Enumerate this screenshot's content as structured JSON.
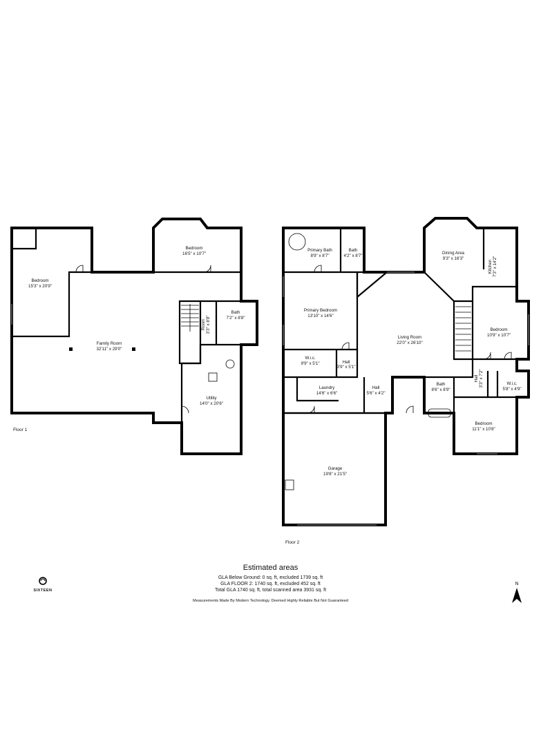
{
  "floor1": {
    "label": "Floor 1",
    "rooms": {
      "bedroom_left": {
        "name": "Bedroom",
        "dims": "15'3\" x 20'9\""
      },
      "bedroom_top": {
        "name": "Bedroom",
        "dims": "16'5\" x 10'7\""
      },
      "family_room": {
        "name": "Family Room",
        "dims": "32'11\" x 29'0\""
      },
      "room": {
        "name": "Room",
        "dims": "3'3\" x 8'8\""
      },
      "bath": {
        "name": "Bath",
        "dims": "7'2\" x 8'8\""
      },
      "utility": {
        "name": "Utility",
        "dims": "14'0\" x 20'6\""
      }
    }
  },
  "floor2": {
    "label": "Floor 2",
    "rooms": {
      "primary_bath": {
        "name": "Primary Bath",
        "dims": "8'9\" x 8'7\""
      },
      "bath_small": {
        "name": "Bath",
        "dims": "4'2\" x 8'7\""
      },
      "dining_area": {
        "name": "Dining Area",
        "dims": "9'3\" x 16'3\""
      },
      "kitchen": {
        "name": "Kitchen",
        "dims": "7'3\" x 14'2\""
      },
      "primary_bedroom": {
        "name": "Primary Bedroom",
        "dims": "13'10\" x 14'6\""
      },
      "living_room": {
        "name": "Living Room",
        "dims": "22'0\" x 26'10\""
      },
      "bedroom_right": {
        "name": "Bedroom",
        "dims": "10'9\" x 10'7\""
      },
      "wic1": {
        "name": "W.i.c.",
        "dims": "9'9\" x 5'1\""
      },
      "hall1": {
        "name": "Hall",
        "dims": "3'9\" x 5'1\""
      },
      "laundry": {
        "name": "Laundry",
        "dims": "14'6\" x 6'6\""
      },
      "hall2": {
        "name": "Hall",
        "dims": "5'6\" x 4'2\""
      },
      "bath_mid": {
        "name": "Bath",
        "dims": "8'6\" x 8'9\""
      },
      "hall3": {
        "name": "Hall",
        "dims": "3'3\" x 7'2\""
      },
      "wic2": {
        "name": "W.i.c.",
        "dims": "5'8\" x 4'9\""
      },
      "bedroom_bottom": {
        "name": "Bedroom",
        "dims": "11'1\" x 10'8\""
      },
      "garage": {
        "name": "Garage",
        "dims": "19'8\" x 21'5\""
      }
    }
  },
  "footer": {
    "title": "Estimated areas",
    "gla_below": "GLA Below Ground: 0 sq. ft, excluded 1739 sq. ft",
    "gla_floor2": "GLA FLOOR 2: 1740 sq. ft, excluded 452 sq. ft",
    "total": "Total GLA 1740 sq. ft, total scanned area 3931 sq. ft",
    "disclaimer": "Measurements Made By Modern Technology. Deemed Highly Reliable But Not Guaranteed",
    "logo_text": "SIXTEEN",
    "north": "N"
  }
}
